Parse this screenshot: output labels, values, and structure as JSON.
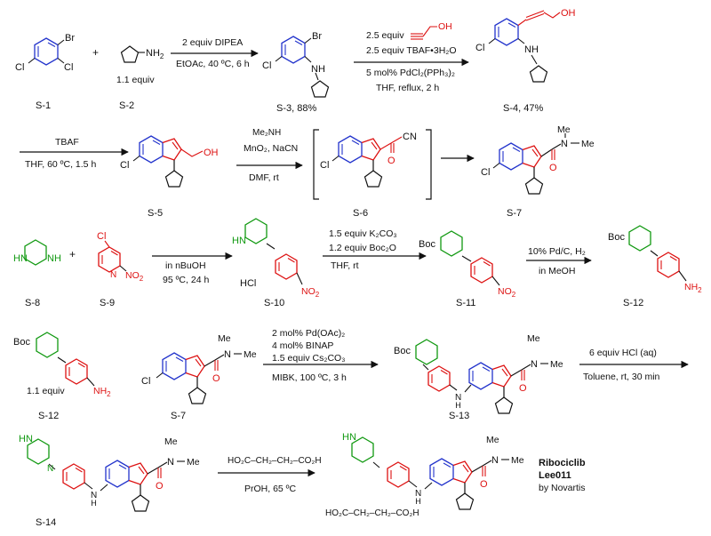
{
  "compounds": {
    "s1": "S-1",
    "s2": "S-2",
    "s3": "S-3, 88%",
    "s4": "S-4, 47%",
    "s5": "S-5",
    "s6": "S-6",
    "s7": "S-7",
    "s8": "S-8",
    "s9": "S-9",
    "s10": "S-10",
    "s11": "S-11",
    "s12": "S-12",
    "s12b": "S-12",
    "s7b": "S-7",
    "s13": "S-13",
    "s14": "S-14"
  },
  "plus_sign": "+",
  "equiv_s2": "1.1 equiv",
  "equiv_s12": "1.1 equiv",
  "hcl_salt": "HCl",
  "atoms": {
    "N": "N",
    "NH": "NH",
    "HN": "HN",
    "NH2": "NH",
    "sub2": "2",
    "Cl": "Cl",
    "Br": "Br",
    "OH": "OH",
    "O": "O",
    "CN": "CN",
    "Boc": "Boc",
    "Me": "Me",
    "H": "H"
  },
  "step1": {
    "line1": "2 equiv DIPEA",
    "line2": "EtOAc, 40 ºC, 6 h"
  },
  "step2": {
    "line1": "2.5 equiv",
    "line2": "2.5 equiv TBAF•3H₂O",
    "line3": "5 mol% PdCl₂(PPh₃)₂",
    "line4": "THF, reflux, 2 h"
  },
  "step3": {
    "line1": "TBAF",
    "line2": "THF, 60 ºC, 1.5 h"
  },
  "step4": {
    "line1": "Me₂NH",
    "line2": "MnO₂, NaCN",
    "line3": "DMF, rt"
  },
  "step5": {
    "line1": "in nBuOH",
    "line2": "95 ºC, 24 h"
  },
  "step6": {
    "line1": "1.5 equiv K₂CO₃",
    "line2": "1.2 equiv Boc₂O",
    "line3": "THF, rt"
  },
  "step7": {
    "line1": "10% Pd/C, H₂",
    "line2": "in MeOH"
  },
  "step8": {
    "line1": "2 mol% Pd(OAc)₂",
    "line2": "4 mol% BINAP",
    "line3": "1.5 equiv Cs₂CO₃",
    "line4": "MIBK, 100 ºC, 3 h"
  },
  "step9": {
    "line1": "6 equiv HCl (aq)",
    "line2": "Toluene, rt, 30 min"
  },
  "step10": {
    "acid": "HO₂C–CH₂–CH₂–CO₂H",
    "line2": "PrOH, 65 ºC"
  },
  "product": {
    "name": "Ribociclib",
    "code": "Lee011",
    "company": "by Novartis",
    "salt": "HO₂C–CH₂–CH₂–CO₂H"
  },
  "colors": {
    "pyrimidine": "#2233cc",
    "pyrrole": "#dd1111",
    "amide": "#dd1111",
    "piperazine": "#119911",
    "pyridine": "#dd1111",
    "bond": "#111111"
  }
}
